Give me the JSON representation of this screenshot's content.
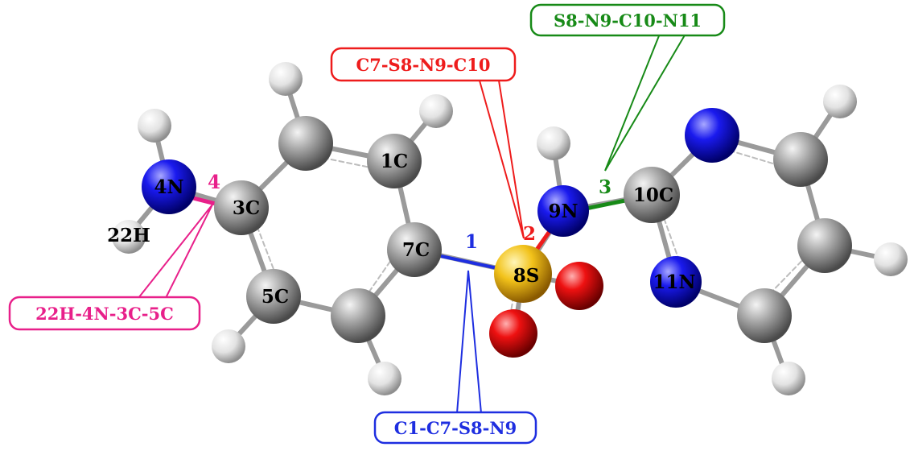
{
  "colors": {
    "carbon": "#8a8a8a",
    "hydrogen": "#e6e6e6",
    "nitrogen": "#1a1aee",
    "oxygen": "#ee1111",
    "sulfur": "#f2c21a",
    "dihedral_1": "#1e2ee0",
    "dihedral_2": "#ee1c1c",
    "dihedral_3": "#178a17",
    "dihedral_4": "#e8208a"
  },
  "atom_labels": {
    "C1": "1C",
    "C3": "3C",
    "N4": "4N",
    "C5": "5C",
    "C7": "7C",
    "S8": "8S",
    "N9": "9N",
    "C10": "10C",
    "N11": "11N",
    "H22": "22H"
  },
  "dihedrals": [
    {
      "index": "1",
      "label": "C1-C7-S8-N9"
    },
    {
      "index": "2",
      "label": "C7-S8-N9-C10"
    },
    {
      "index": "3",
      "label": "S8-N9-C10-N11"
    },
    {
      "index": "4",
      "label": "22H-4N-3C-5C"
    }
  ]
}
